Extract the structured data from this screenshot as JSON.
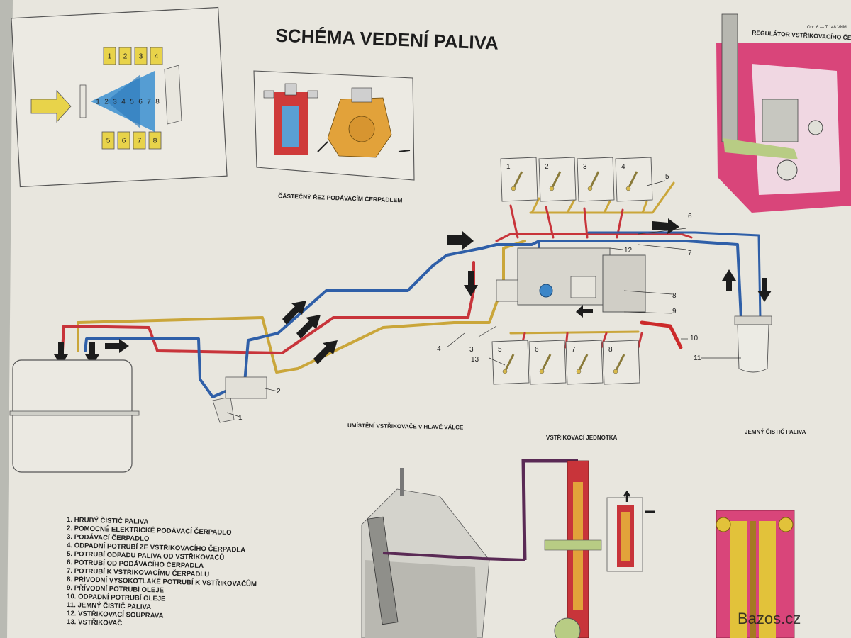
{
  "title": "SCHÉMA VEDENÍ PALIVA",
  "captions": {
    "pump_section": "ČÁSTEČNÝ ŘEZ PODÁVACÍM ČERPADLEM",
    "regulator": "REGULÁTOR VSTŘIKOVACÍHO ČERPADLA",
    "injector_location": "UMÍSTĚNÍ VSTŘIKOVAČE V HLAVĚ VÁLCE",
    "injection_unit": "VSTŘIKOVACÍ JEDNOTKA",
    "fine_filter": "JEMNÝ ČISTIČ PALIVA",
    "figure_ref": "Obr. 6 — T 148 VNM"
  },
  "firing_order": {
    "top": [
      "1",
      "2",
      "3",
      "4"
    ],
    "middle": [
      "1",
      "2",
      "3",
      "4",
      "5",
      "6",
      "7",
      "8"
    ],
    "bottom": [
      "5",
      "6",
      "7",
      "8"
    ]
  },
  "cylinders_top": [
    "1",
    "2",
    "3",
    "4"
  ],
  "cylinders_bottom": [
    "5",
    "6",
    "7",
    "8"
  ],
  "callouts": [
    "1",
    "2",
    "3",
    "4",
    "5",
    "6",
    "7",
    "8",
    "9",
    "10",
    "11",
    "12",
    "13"
  ],
  "legend": [
    "1. HRUBÝ ČISTIČ PALIVA",
    "2. POMOCNÉ ELEKTRICKÉ PODÁVACÍ ČERPADLO",
    "3. PODÁVACÍ ČERPADLO",
    "4. ODPADNÍ POTRUBÍ ZE VSTŘIKOVACÍHO ČERPADLA",
    "5. POTRUBÍ ODPADU PALIVA OD VSTŘIKOVAČŮ",
    "6. POTRUBÍ OD PODÁVACÍHO ČERPADLA",
    "7. POTRUBÍ K VSTŘIKOVACÍMU ČERPADLU",
    "8. PŘÍVODNÍ VYSOKOTLAKÉ POTRUBÍ K VSTŘIKOVAČŮM",
    "9. PŘÍVODNÍ POTRUBÍ OLEJE",
    "10. ODPADNÍ POTRUBÍ OLEJE",
    "11. JEMNÝ ČISTIČ PALIVA",
    "12. VSTŘIKOVACÍ SOUPRAVA",
    "13. VSTŘIKOVAČ"
  ],
  "watermark": "Bazos.cz",
  "colors": {
    "paper": "#e9e7df",
    "blue_line": "#2f5fa8",
    "red_line": "#c8343a",
    "yellow_line": "#d8b94a",
    "purple_line": "#5a2a55",
    "pink_part": "#d9457a",
    "orange_part": "#e2a23a"
  }
}
